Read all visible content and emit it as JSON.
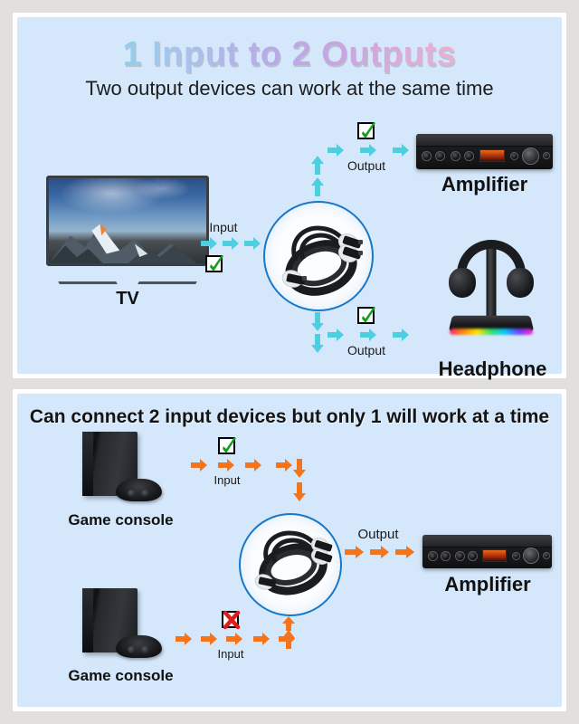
{
  "page": {
    "background_color": "#e2e0dd",
    "panel_color": "#d4e7fb",
    "panel_border_color": "#ffffff"
  },
  "colors": {
    "arrow_cyan": "#4ecfe0",
    "arrow_orange": "#f4741c",
    "check_green": "#12a01c",
    "cross_red": "#e01b1b",
    "hub_ring_blue": "#1878c8",
    "title_gradient_start": "#3fd3e2",
    "title_gradient_mid": "#b9a9e6",
    "title_gradient_end": "#f6c2cf"
  },
  "top_panel": {
    "title": "1 Input to 2 Outputs",
    "subtitle": "Two output devices can work at the same time",
    "source_device": {
      "caption": "TV",
      "icon": "tv-icon"
    },
    "hub": {
      "icon": "optical-cable-icon"
    },
    "input_label": "Input",
    "input_status": "check",
    "outputs": [
      {
        "label": "Output",
        "status": "check",
        "caption": "Amplifier",
        "icon": "amplifier-icon"
      },
      {
        "label": "Output",
        "status": "check",
        "caption": "Headphone",
        "icon": "headphone-icon"
      }
    ]
  },
  "bottom_panel": {
    "title": "Can connect 2 input devices but only 1 will work at a time",
    "inputs": [
      {
        "caption": "Game console",
        "icon": "game-console-icon",
        "label": "Input",
        "status": "check"
      },
      {
        "caption": "Game console",
        "icon": "game-console-icon",
        "label": "Input",
        "status": "cross"
      }
    ],
    "hub": {
      "icon": "optical-cable-icon"
    },
    "output": {
      "label": "Output",
      "caption": "Amplifier",
      "icon": "amplifier-icon"
    }
  }
}
